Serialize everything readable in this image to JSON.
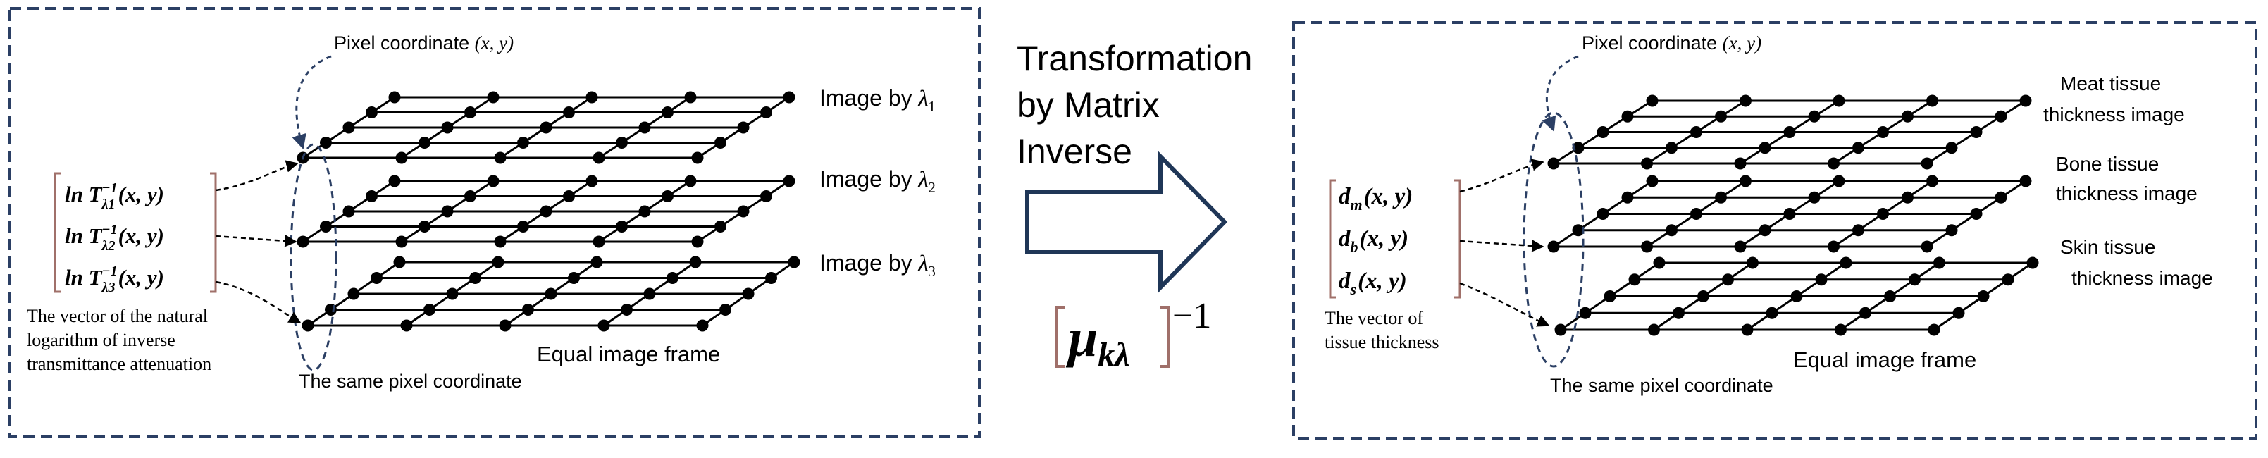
{
  "left_panel": {
    "pixel_label": "Pixel coordinate ",
    "pixel_var": "(x, y)",
    "layer_caption_prefix": "Image by ",
    "layer_symbol": "λ",
    "layer_subs": [
      "1",
      "2",
      "3"
    ],
    "vector_entries": [
      {
        "main": "ln T",
        "sub": "λ1",
        "sup": "−1",
        "tail": "(x, y)"
      },
      {
        "main": "ln T",
        "sub": "λ2",
        "sup": "−1",
        "tail": "(x, y)"
      },
      {
        "main": "ln T",
        "sub": "λ3",
        "sup": "−1",
        "tail": "(x, y)"
      }
    ],
    "vector_caption": [
      "The vector of the natural",
      "logarithm of inverse",
      "transmittance attenuation"
    ],
    "frame_label": "Equal image frame",
    "same_pixel_label": "The same pixel coordinate"
  },
  "middle": {
    "transform_lines": [
      "Transformation",
      "by Matrix",
      "Inverse"
    ],
    "matrix_symbol": "μ",
    "matrix_sub": "kλ",
    "matrix_sup": "−1"
  },
  "right_panel": {
    "pixel_label": "Pixel coordinate ",
    "pixel_var": "(x, y)",
    "vector_entries": [
      {
        "main": "d",
        "sub": "m",
        "tail": "(x, y)"
      },
      {
        "main": "d",
        "sub": "b",
        "tail": "(x, y)"
      },
      {
        "main": "d",
        "sub": "s",
        "tail": "(x, y)"
      }
    ],
    "layer_captions": [
      [
        "Meat tissue",
        "thickness image"
      ],
      [
        "Bone tissue",
        "thickness image"
      ],
      [
        "Skin tissue",
        "thickness image"
      ]
    ],
    "vector_caption": [
      "The vector of",
      "tissue thickness"
    ],
    "frame_label": "Equal image frame",
    "same_pixel_label": "The same pixel coordinate"
  },
  "colors": {
    "panel_border": "#2b3f64",
    "arrow_stroke": "#1f3657",
    "bracket": "#a0706a",
    "line": "#000000"
  }
}
